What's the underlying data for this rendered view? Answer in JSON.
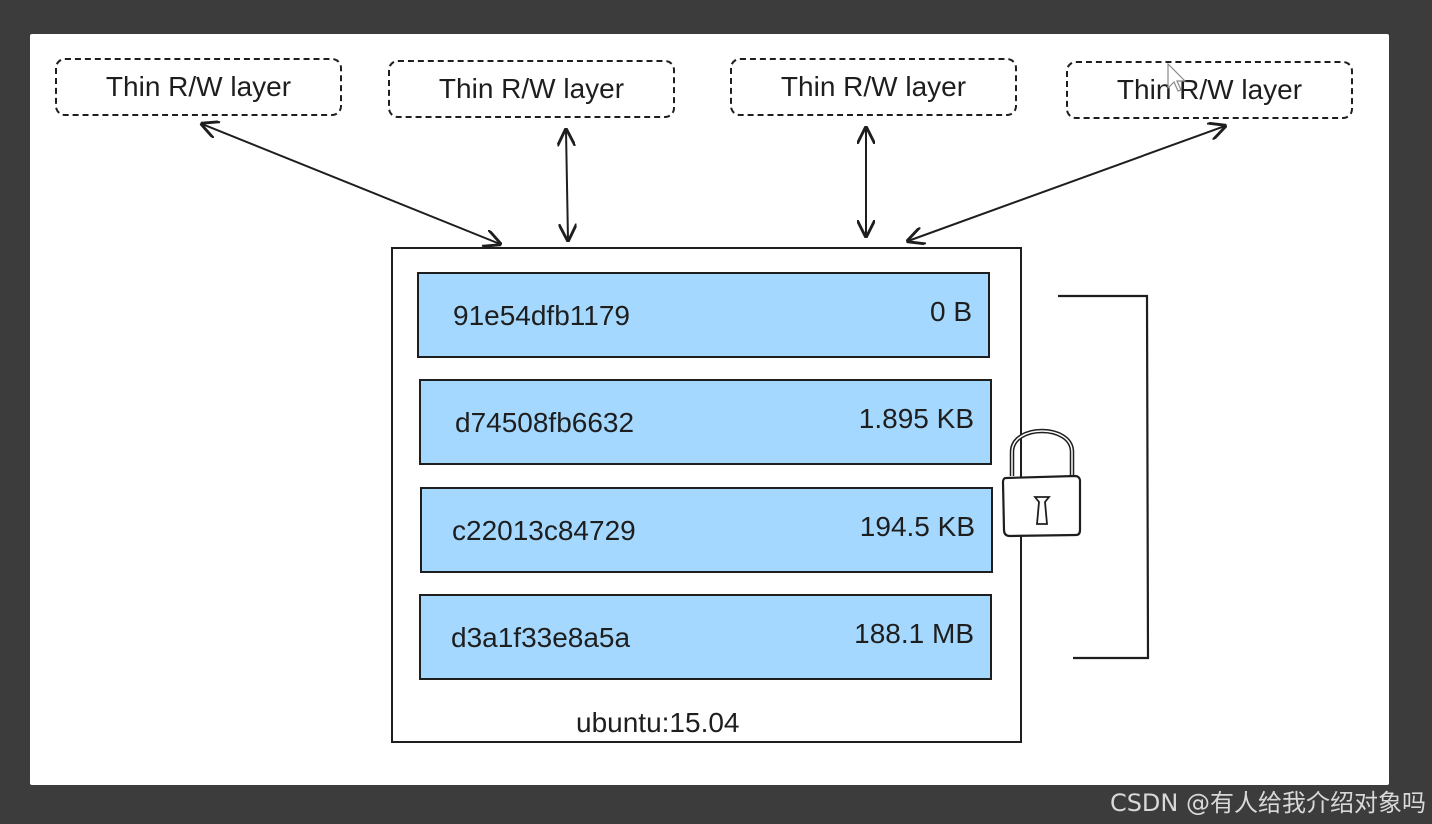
{
  "rw_layers": [
    {
      "label": "Thin R/W layer"
    },
    {
      "label": "Thin R/W layer"
    },
    {
      "label": "Thin R/W layer"
    },
    {
      "label": "Thin R/W layer"
    }
  ],
  "image_layers": [
    {
      "id": "91e54dfb1179",
      "size": "0 B"
    },
    {
      "id": "d74508fb6632",
      "size": "1.895 KB"
    },
    {
      "id": "c22013c84729",
      "size": "194.5 KB"
    },
    {
      "id": "d3a1f33e8a5a",
      "size": "188.1 MB"
    }
  ],
  "image_label": "ubuntu:15.04",
  "watermark": "CSDN @有人给我介绍对象吗",
  "colors": {
    "layer_fill": "#a5d8ff",
    "stroke": "#1e1e1e",
    "background": "#3c3c3c"
  },
  "icons": {
    "lock": "lock-icon",
    "bracket": "bracket-icon",
    "cursor": "cursor-icon"
  }
}
